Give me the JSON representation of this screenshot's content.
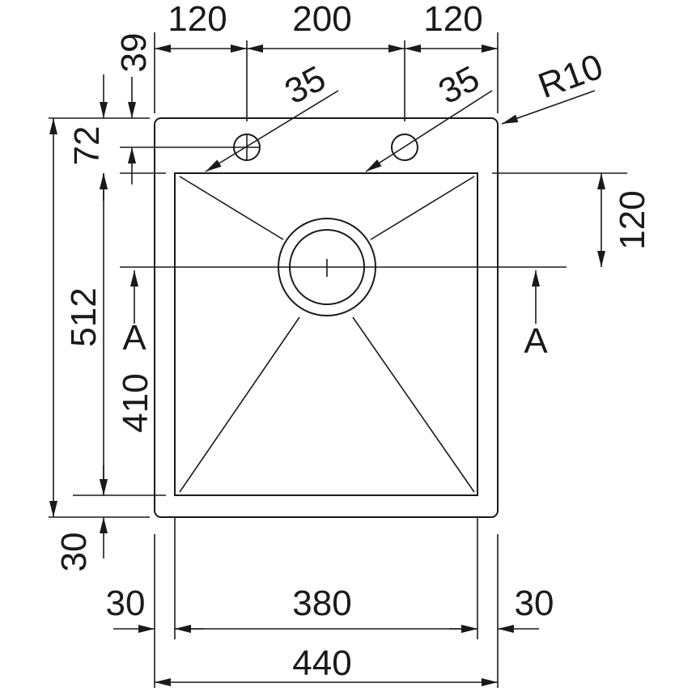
{
  "drawing": {
    "top_dims": [
      "120",
      "200",
      "120"
    ],
    "left_dims": [
      "39",
      "72",
      "512",
      "410",
      "30"
    ],
    "right_dim": "120",
    "hole_diameters": [
      "35",
      "35"
    ],
    "corner_radius": "R10",
    "bottom_inner_dims": [
      "30",
      "380",
      "30"
    ],
    "bottom_overall": "440",
    "section_labels": [
      "A",
      "A"
    ]
  }
}
